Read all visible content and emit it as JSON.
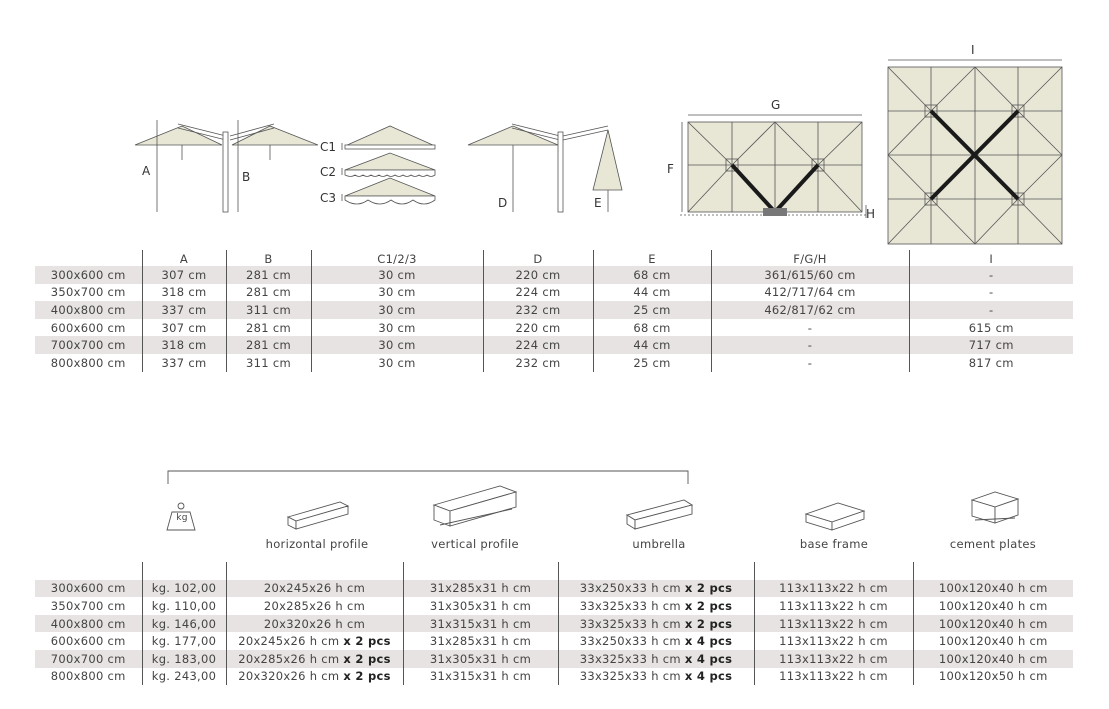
{
  "diagram_labels": {
    "a": "A",
    "b": "B",
    "c1": "C1",
    "c2": "C2",
    "c3": "C3",
    "d": "D",
    "e": "E",
    "f": "F",
    "g": "G",
    "h": "H",
    "i": "I"
  },
  "dims_table": {
    "headers": [
      "",
      "A",
      "B",
      "C1/2/3",
      "D",
      "E",
      "F/G/H",
      "I"
    ],
    "rows": [
      [
        "300x600 cm",
        "307 cm",
        "281 cm",
        "30 cm",
        "220 cm",
        "68 cm",
        "361/615/60 cm",
        "-"
      ],
      [
        "350x700 cm",
        "318 cm",
        "281 cm",
        "30 cm",
        "224 cm",
        "44 cm",
        "412/717/64 cm",
        "-"
      ],
      [
        "400x800 cm",
        "337 cm",
        "311 cm",
        "30 cm",
        "232 cm",
        "25 cm",
        "462/817/62 cm",
        "-"
      ],
      [
        "600x600 cm",
        "307 cm",
        "281 cm",
        "30 cm",
        "220 cm",
        "68 cm",
        "-",
        "615 cm"
      ],
      [
        "700x700 cm",
        "318 cm",
        "281 cm",
        "30 cm",
        "224 cm",
        "44 cm",
        "-",
        "717 cm"
      ],
      [
        "800x800 cm",
        "337 cm",
        "311 cm",
        "30 cm",
        "232 cm",
        "25 cm",
        "-",
        "817 cm"
      ]
    ]
  },
  "package_icons": {
    "weight_label": "kg",
    "horizontal_profile": "horizontal profile",
    "vertical_profile": "vertical profile",
    "umbrella": "umbrella",
    "base_frame": "base frame",
    "cement_plates": "cement plates"
  },
  "pkg_table": {
    "rows": [
      {
        "size": "300x600 cm",
        "weight": "kg. 102,00",
        "hp": "20x245x26 h cm",
        "hp_qty": "",
        "vp": "31x285x31 h cm",
        "um": "33x250x33 h cm",
        "um_qty": "x 2 pcs",
        "bf": "113x113x22 h cm",
        "cp": "100x120x40 h cm"
      },
      {
        "size": "350x700 cm",
        "weight": "kg. 110,00",
        "hp": "20x285x26 h cm",
        "hp_qty": "",
        "vp": "31x305x31 h cm",
        "um": "33x325x33 h cm",
        "um_qty": "x 2 pcs",
        "bf": "113x113x22 h cm",
        "cp": "100x120x40 h cm"
      },
      {
        "size": "400x800 cm",
        "weight": "kg. 146,00",
        "hp": "20x320x26 h cm",
        "hp_qty": "",
        "vp": "31x315x31 h cm",
        "um": "33x325x33 h cm",
        "um_qty": "x 2 pcs",
        "bf": "113x113x22 h cm",
        "cp": "100x120x40 h cm"
      },
      {
        "size": "600x600 cm",
        "weight": "kg. 177,00",
        "hp": "20x245x26 h cm",
        "hp_qty": "x 2 pcs",
        "vp": "31x285x31 h cm",
        "um": "33x250x33 h cm",
        "um_qty": "x 4 pcs",
        "bf": "113x113x22 h cm",
        "cp": "100x120x40 h cm"
      },
      {
        "size": "700x700 cm",
        "weight": "kg. 183,00",
        "hp": "20x285x26 h cm",
        "hp_qty": "x 2 pcs",
        "vp": "31x305x31 h cm",
        "um": "33x325x33 h cm",
        "um_qty": "x 4 pcs",
        "bf": "113x113x22 h cm",
        "cp": "100x120x40 h cm"
      },
      {
        "size": "800x800 cm",
        "weight": "kg. 243,00",
        "hp": "20x320x26 h cm",
        "hp_qty": "x 2 pcs",
        "vp": "31x315x31 h cm",
        "um": "33x325x33 h cm",
        "um_qty": "x 4 pcs",
        "bf": "113x113x22 h cm",
        "cp": "100x120x50 h cm"
      }
    ]
  },
  "colors": {
    "canopy": "#e8e7d6",
    "shade_row": "#e6e3e2",
    "frame": "#1a1a1a"
  }
}
